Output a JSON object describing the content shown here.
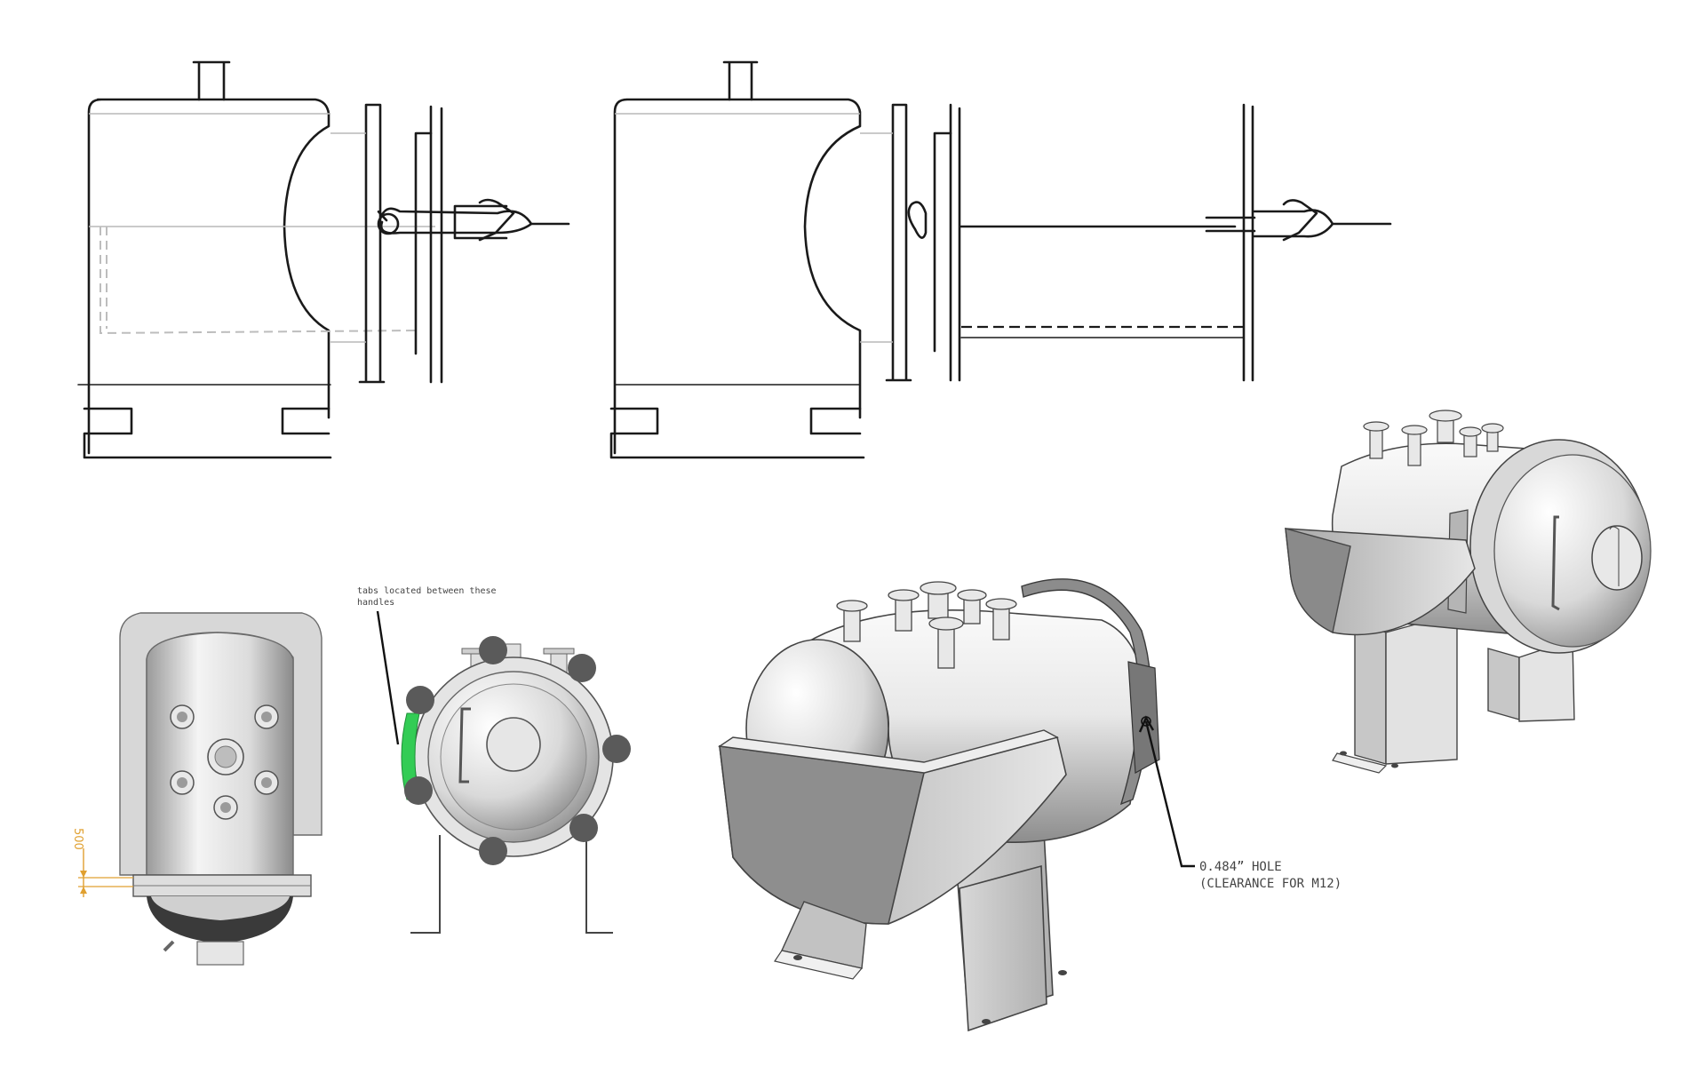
{
  "annotations": {
    "tabs_note_line1": "tabs located between these",
    "tabs_note_line2": "handles",
    "hole_note_line1": "0.484” HOLE",
    "hole_note_line2": "(CLEARANCE FOR M12)",
    "dimension_value": "500"
  },
  "colors": {
    "tab_highlight": "#33cc55",
    "handle_dot": "#5a5a5a",
    "dimension": "#e0a030",
    "sketch_line": "#1a1a1a"
  },
  "icons": [
    "pressure-vessel-sketch",
    "pressure-vessel-3d-render"
  ]
}
